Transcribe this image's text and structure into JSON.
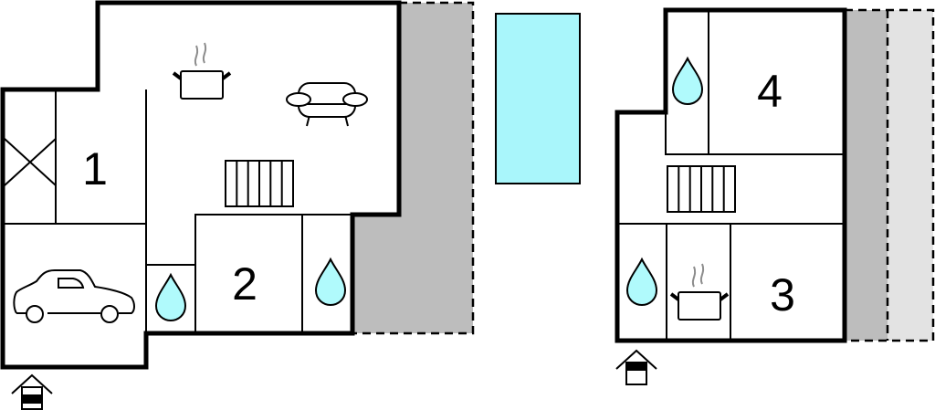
{
  "floor_plan": {
    "ground_floor": {
      "rooms": [
        {
          "label": "1",
          "type": "bedroom"
        },
        {
          "label": "2",
          "type": "bedroom"
        }
      ],
      "icons": [
        "stove-icon",
        "sofa-icon",
        "stairs-icon",
        "water-drop-icon",
        "water-drop-icon",
        "car-icon",
        "entrance-icon"
      ]
    },
    "upper_floor": {
      "rooms": [
        {
          "label": "4",
          "type": "bedroom"
        },
        {
          "label": "3",
          "type": "bedroom"
        }
      ],
      "icons": [
        "water-drop-icon",
        "water-drop-icon",
        "stove-icon",
        "stairs-icon",
        "entrance-icon"
      ]
    }
  },
  "colors": {
    "pool": "#a9f6fb",
    "water_drop": "#b0fafc",
    "terrace": "#bdbdbd",
    "terrace_light": "#e3e3e3",
    "wall": "#000000",
    "steam": "#8c8c8c"
  }
}
